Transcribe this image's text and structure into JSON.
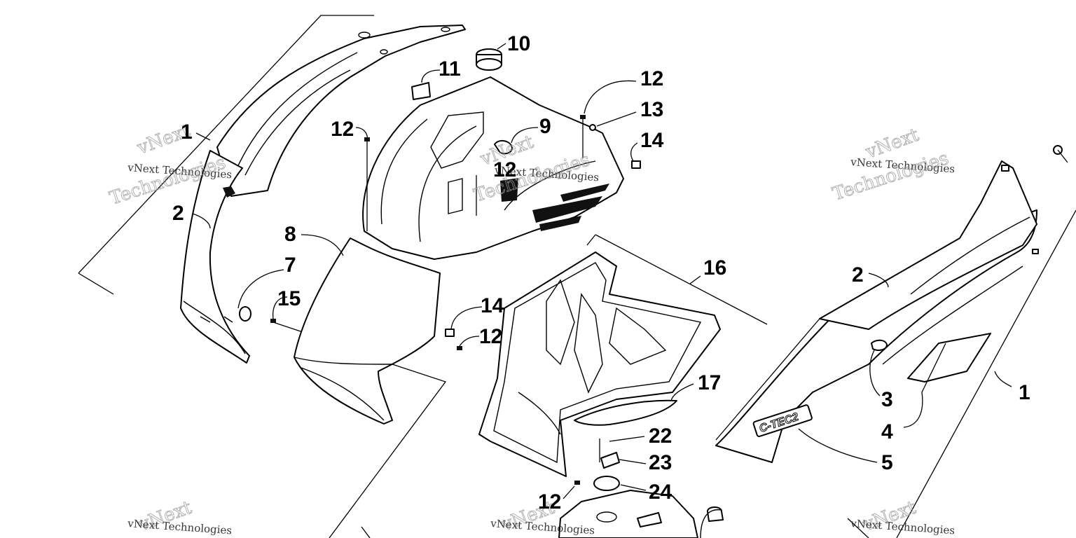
{
  "callouts": [
    {
      "id": "c1a",
      "text": "1"
    },
    {
      "id": "c2a",
      "text": "2"
    },
    {
      "id": "c7",
      "text": "7"
    },
    {
      "id": "c15",
      "text": "15"
    },
    {
      "id": "c8",
      "text": "8"
    },
    {
      "id": "c12a",
      "text": "12"
    },
    {
      "id": "c11",
      "text": "11"
    },
    {
      "id": "c10",
      "text": "10"
    },
    {
      "id": "c9",
      "text": "9"
    },
    {
      "id": "c12b",
      "text": "12"
    },
    {
      "id": "c12c",
      "text": "12"
    },
    {
      "id": "c13",
      "text": "13"
    },
    {
      "id": "c14a",
      "text": "14"
    },
    {
      "id": "c14b",
      "text": "14"
    },
    {
      "id": "c12d",
      "text": "12"
    },
    {
      "id": "c16",
      "text": "16"
    },
    {
      "id": "c17",
      "text": "17"
    },
    {
      "id": "c22",
      "text": "22"
    },
    {
      "id": "c23",
      "text": "23"
    },
    {
      "id": "c24",
      "text": "24"
    },
    {
      "id": "c12e",
      "text": "12"
    },
    {
      "id": "c2b",
      "text": "2"
    },
    {
      "id": "c3",
      "text": "3"
    },
    {
      "id": "c4",
      "text": "4"
    },
    {
      "id": "c5",
      "text": "5"
    },
    {
      "id": "c1b",
      "text": "1"
    }
  ],
  "watermark": {
    "line1": "vNext Technologies",
    "line2": "Technologies",
    "line3": "vNext"
  },
  "decal_text": "C-TEC2",
  "colors": {
    "ink": "#000000",
    "paper": "#ffffff",
    "watermark": "#999999"
  }
}
